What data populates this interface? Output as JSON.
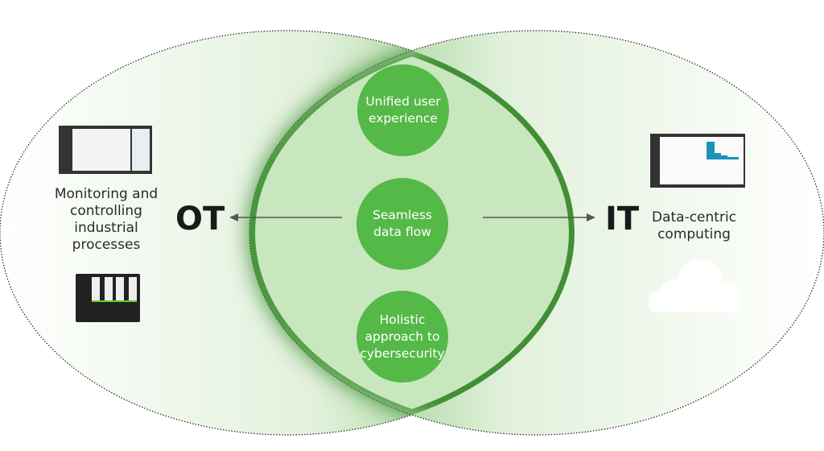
{
  "left": {
    "label": "OT",
    "description": "Monitoring and controlling industrial processes",
    "icons": [
      "monitor-icon",
      "controller-hardware-icon"
    ]
  },
  "right": {
    "label": "IT",
    "description": "Data-centric computing",
    "icons": [
      "dashboard-monitor-icon",
      "cloud-icon"
    ]
  },
  "center": {
    "items": [
      "Unified user experience",
      "Seamless data flow",
      "Holistic approach to cybersecurity"
    ]
  },
  "colors": {
    "circle": "#55b947",
    "lens": "#c9e7bf",
    "halo": "#7cc26d"
  }
}
